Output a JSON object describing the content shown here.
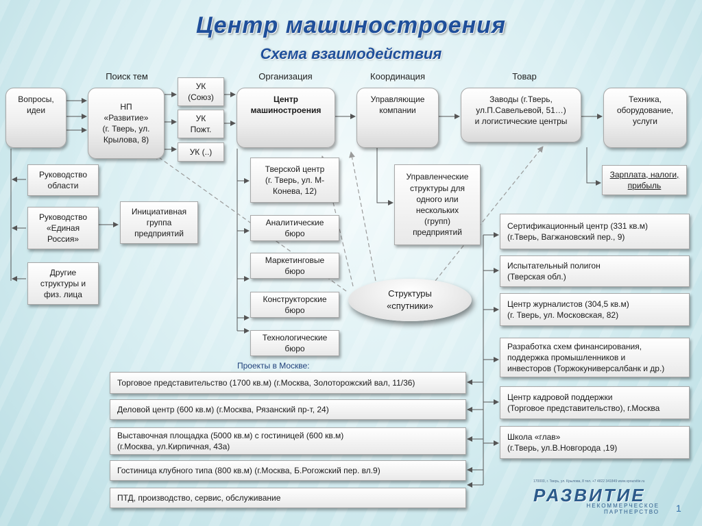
{
  "title": "Центр машиностроения",
  "subtitle": "Схема  взаимодействия",
  "headers": {
    "search": "Поиск тем",
    "org": "Организация",
    "coord": "Координация",
    "goods": "Товар"
  },
  "top_row": {
    "questions": "Вопросы,\nидеи",
    "np": "НП\n«Развитие»\n(г. Тверь, ул.\nКрылова, 8)",
    "uk_soyuz": "УК\n(Союз)",
    "uk_pozh": "УК\nПожт.",
    "uk_other": "УК (..)",
    "center": "Центр\nмашиностроения",
    "managing": "Управляющие\nкомпании",
    "plants": "Заводы (г.Тверь,\nул.П.Савельевой, 51…)\nи логистические центры",
    "tech": "Техника,\nоборудование,\nуслуги"
  },
  "salary": "Зарплата, налоги,\nприбыль",
  "left_col": {
    "region": "Руководство\nобласти",
    "party": "Руководство\n«Единая\nРоссия»",
    "others": "Другие\nструктуры и\nфиз. лица",
    "initiative": "Инициативная\nгруппа\nпредприятий"
  },
  "org_col": {
    "tver_center": "Тверской центр\n(г. Тверь, ул. М-\nКонева, 12)",
    "analytic": "Аналитические\nбюро",
    "marketing": "Маркетинговые\nбюро",
    "design": "Конструкторские\nбюро",
    "tech_bureau": "Технологические\nбюро"
  },
  "mgmt_structures": "Управленческие\nструктуры  для\nодного или\nнескольких\n(групп)\nпредприятий",
  "satellites": "Структуры\n«спутники»",
  "right_col": {
    "cert": "Сертификационный центр (331 кв.м)\n(г.Тверь, Вагжановский пер., 9)",
    "polygon": "Испытательный полигон\n(Тверская обл.)",
    "journalists": "Центр журналистов  (304,5 кв.м)\n(г. Тверь, ул. Московская, 82)",
    "finance": "Разработка схем финансирования,\nподдержка промышленников и\nинвесторов (Торжокуниверсалбанк и др.)",
    "hr": "Центр кадровой поддержки\n(Торговое представительство), г.Москва",
    "school": "Школа «глав»\n(г.Тверь, ул.В.Новгорода ,19)"
  },
  "projects_header": "Проекты в Москве:",
  "projects": [
    "Торговое представительство (1700 кв.м) (г.Москва, Золоторожский вал, 11/36)",
    "Деловой центр (600 кв.м)  (г.Москва, Рязанский пр-т, 24)",
    "Выставочная площадка (5000 кв.м) с гостиницей (600 кв.м)\n(г.Москва,  ул.Кирпичная, 43а)",
    "Гостиница клубного типа (800 кв.м) (г.Москва, Б.Рогожский пер. вл.9)",
    "ПТД, производство, сервис, обслуживание"
  ],
  "logo": {
    "address": "170000, г. Тверь, ул. Крылова, 8  тел. +7 4822 341849  www.vprazvitie.ru",
    "brand": "РАЗВИТИЕ",
    "tag1": "НЕКОММЕРЧЕСКОЕ",
    "tag2": "ПАРТНЕРСТВО"
  },
  "page_number": "1",
  "colors": {
    "title": "#1f4f9a",
    "line": "#555555",
    "dashed": "#9a9a9a"
  }
}
